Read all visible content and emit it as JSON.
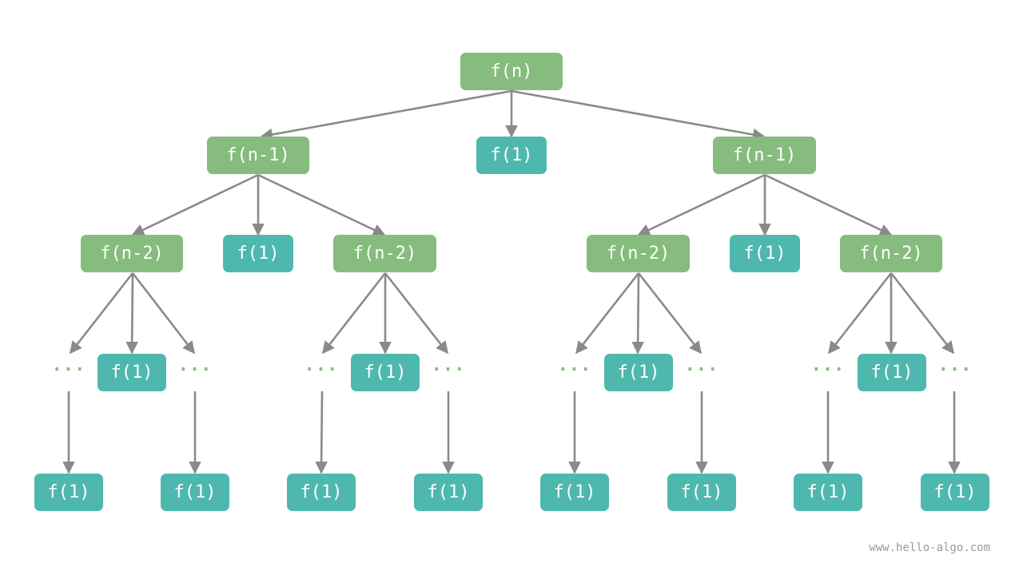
{
  "colors": {
    "internal": "#86bc7d",
    "base": "#4fb8ae",
    "edge": "#8a8a8a",
    "ellipsis": "#86bc7d"
  },
  "nodes": {
    "root": "f(n)",
    "l1_left": "f(n-1)",
    "l1_mid": "f(1)",
    "l1_right": "f(n-1)",
    "l2_a": "f(n-2)",
    "l2_b": "f(1)",
    "l2_c": "f(n-2)",
    "l2_d": "f(n-2)",
    "l2_e": "f(1)",
    "l2_f": "f(n-2)",
    "l3_a1": "f(1)",
    "l3_c1": "f(1)",
    "l3_d1": "f(1)",
    "l3_f1": "f(1)",
    "l4_1": "f(1)",
    "l4_2": "f(1)",
    "l4_3": "f(1)",
    "l4_4": "f(1)",
    "l4_5": "f(1)",
    "l4_6": "f(1)",
    "l4_7": "f(1)",
    "l4_8": "f(1)"
  },
  "ellipsis": "···",
  "watermark": "www.hello-algo.com"
}
